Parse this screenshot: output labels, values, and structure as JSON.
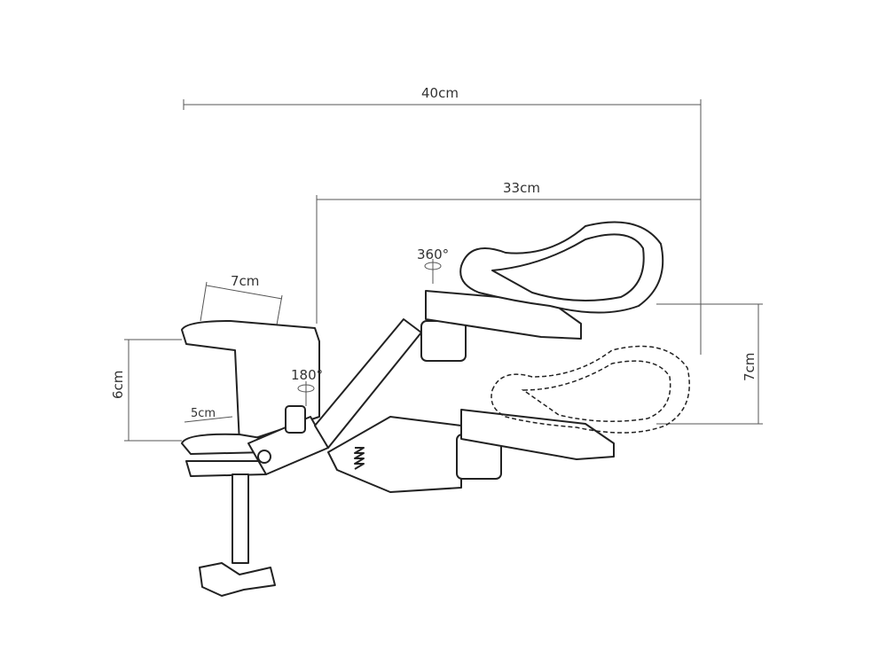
{
  "dimensions": {
    "total_length": "40cm",
    "arm_length": "33cm",
    "pad_width": "7cm",
    "clamp_height": "6cm",
    "clamp_top_width": "7cm",
    "clamp_opening": "5cm"
  },
  "rotation": {
    "pad_rotation": "360°",
    "arm_rotation": "180°"
  }
}
